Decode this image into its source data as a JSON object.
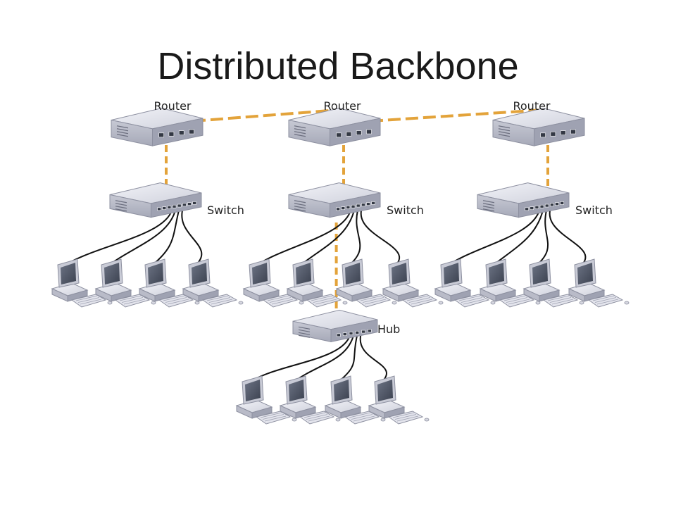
{
  "title": "Distributed Backbone",
  "colors": {
    "backbone_link": "#e3a33a",
    "cable": "#111111",
    "device_top": "#e6e7ee",
    "device_front": "#b9bbc8",
    "device_side": "#9fa2b2",
    "monitor_screen": "#4f5666"
  },
  "routers": [
    {
      "id": "router-1",
      "label": "Router"
    },
    {
      "id": "router-2",
      "label": "Router"
    },
    {
      "id": "router-3",
      "label": "Router"
    }
  ],
  "switches": [
    {
      "id": "switch-1",
      "label": "Switch",
      "uplink": "router-1",
      "computers": 4
    },
    {
      "id": "switch-2",
      "label": "Switch",
      "uplink": "router-2",
      "computers": 4
    },
    {
      "id": "switch-3",
      "label": "Switch",
      "uplink": "router-3",
      "computers": 4
    }
  ],
  "hubs": [
    {
      "id": "hub-1",
      "label": "Hub",
      "uplink": "switch-2",
      "computers": 4
    }
  ],
  "backbone_links": [
    {
      "from": "router-1",
      "to": "router-2"
    },
    {
      "from": "router-2",
      "to": "router-3"
    }
  ]
}
